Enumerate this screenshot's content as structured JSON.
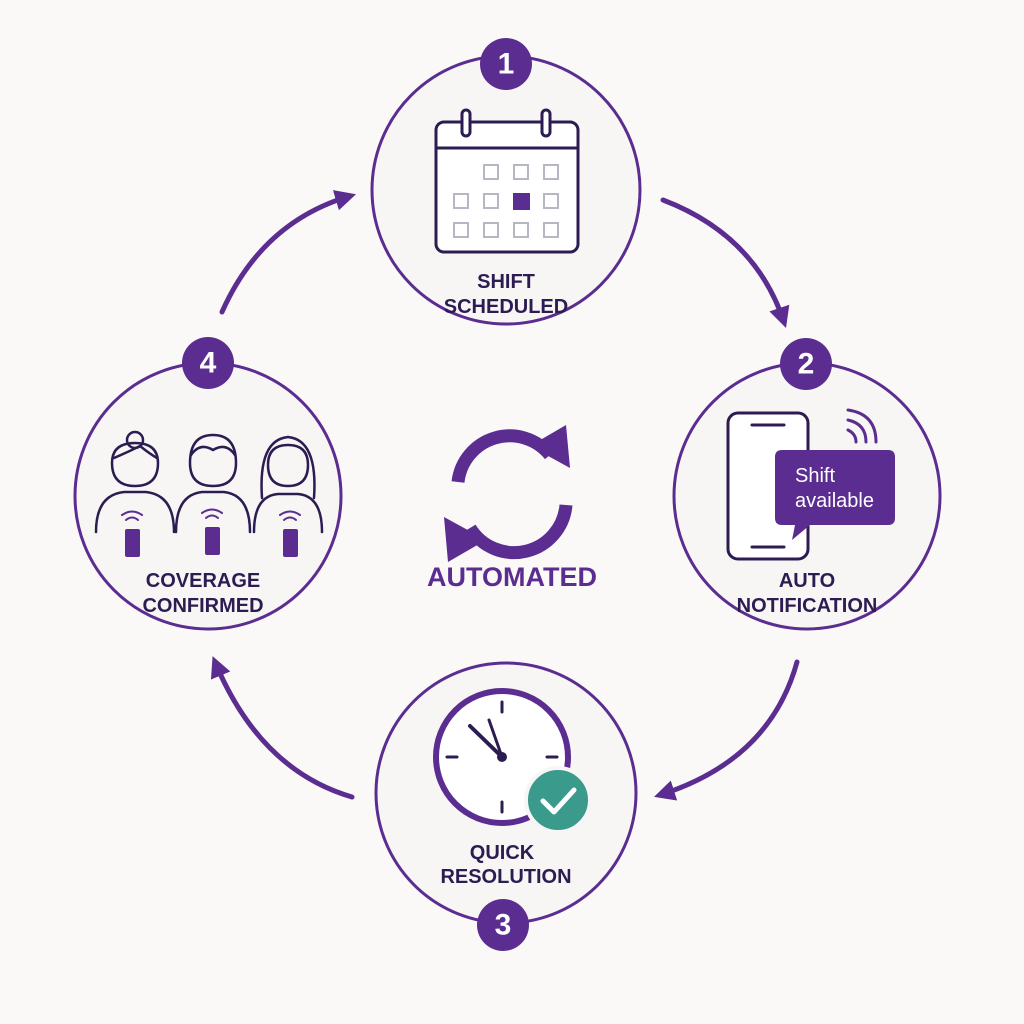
{
  "colors": {
    "accent": "#5b2d91",
    "ring": "#5b2d91",
    "ink": "#2c1c52",
    "check_green": "#3a9a8c",
    "background": "#faf9f7"
  },
  "center": {
    "icon": "refresh-cycle-icon",
    "label": "AUTOMATED"
  },
  "steps": [
    {
      "number": "1",
      "icon": "calendar-icon",
      "label_line1": "SHIFT",
      "label_line2": "SCHEDULED"
    },
    {
      "number": "2",
      "icon": "phone-notification-icon",
      "label_line1": "AUTO",
      "label_line2": "NOTIFICATION",
      "bubble_line1": "Shift",
      "bubble_line2": "available"
    },
    {
      "number": "3",
      "icon": "clock-check-icon",
      "label_line1": "QUICK",
      "label_line2": "RESOLUTION"
    },
    {
      "number": "4",
      "icon": "team-phones-icon",
      "label_line1": "COVERAGE",
      "label_line2": "CONFIRMED"
    }
  ]
}
